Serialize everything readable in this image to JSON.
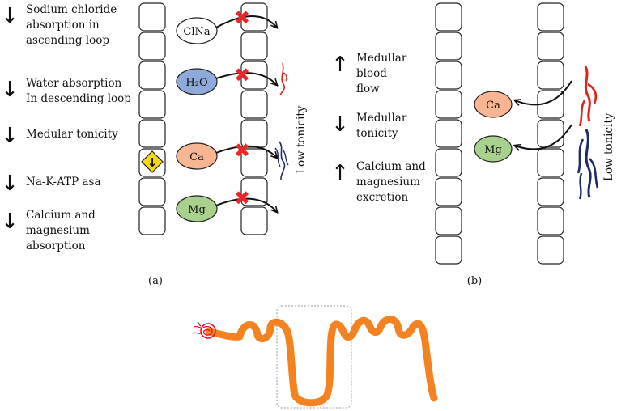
{
  "panel_a": {
    "effects": [
      {
        "arrow": "down",
        "lines": [
          "Sodium chloride",
          "absorption in",
          "ascending loop"
        ]
      },
      {
        "arrow": "down",
        "lines": [
          "Water absorption",
          "In descending loop"
        ]
      },
      {
        "arrow": "down",
        "lines": [
          "Medular tonicity"
        ]
      },
      {
        "arrow": "down",
        "lines": [
          "Na-K-ATP asa"
        ]
      },
      {
        "arrow": "down",
        "lines": [
          "Calcium and",
          "magnesium",
          "absorption"
        ]
      }
    ],
    "ions": [
      {
        "label": "ClNa",
        "color": "#ffffff"
      },
      {
        "label": "H₂O",
        "color": "#8eaadb"
      },
      {
        "label": "Ca",
        "color": "#f8b592"
      },
      {
        "label": "Mg",
        "color": "#a9d18e"
      }
    ],
    "block_symbol": "✖",
    "inhibitor_symbol": "↓",
    "vessel_label": "Low tonicity",
    "caption": "(a)"
  },
  "panel_b": {
    "effects": [
      {
        "arrow": "up",
        "lines": [
          "Medullar",
          "blood",
          "flow"
        ]
      },
      {
        "arrow": "down",
        "lines": [
          "Medullar",
          "tonicity"
        ]
      },
      {
        "arrow": "up",
        "lines": [
          "Calcium and",
          "magnesium",
          "excretion"
        ]
      }
    ],
    "ions": [
      {
        "label": "Ca",
        "color": "#f8b592"
      },
      {
        "label": "Mg",
        "color": "#a9d18e"
      }
    ],
    "vessel_label": "Low tonicity",
    "caption": "(b)"
  },
  "arrow_glyphs": {
    "up": "↑",
    "down": "↓"
  },
  "colors": {
    "tubule": "#f58220",
    "glomerulus": "#e8112d",
    "block_x": "#e8272a",
    "artery": "#e32119",
    "vein": "#1f2a6b",
    "inhibitor": "#f5d90a"
  }
}
